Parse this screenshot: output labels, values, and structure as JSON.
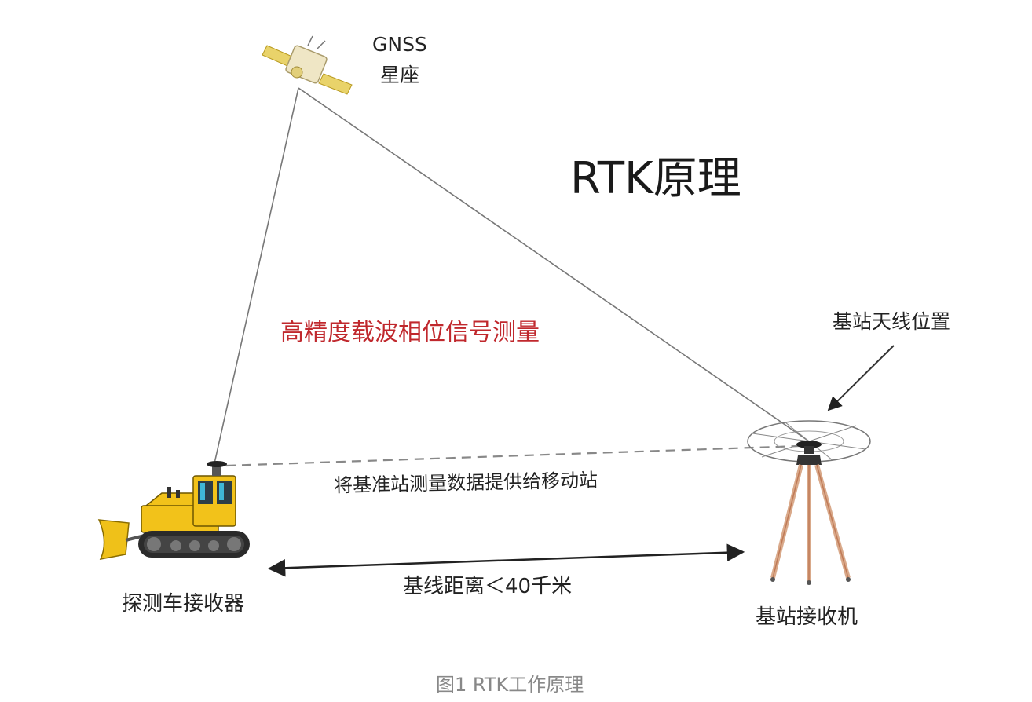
{
  "diagram": {
    "gnss_label_line1": "GNSS",
    "gnss_label_line2": "星座",
    "title": "RTK原理",
    "measurement_label": "高精度载波相位信号测量",
    "antenna_position_label": "基站天线位置",
    "data_link_label": "将基准站测量数据提供给移动站",
    "baseline_label": "基线距离＜40千米",
    "rover_label": "探测车接收器",
    "base_label": "基站接收机"
  },
  "caption": "图1 RTK工作原理",
  "colors": {
    "measurement_text": "#c0282d",
    "caption_text": "#888888",
    "rover_body": "#f2c21a",
    "tripod_leg": "#d9a98a"
  },
  "icons": [
    "satellite-icon",
    "bulldozer-icon",
    "tripod-base-station-icon",
    "antenna-ring-icon"
  ]
}
